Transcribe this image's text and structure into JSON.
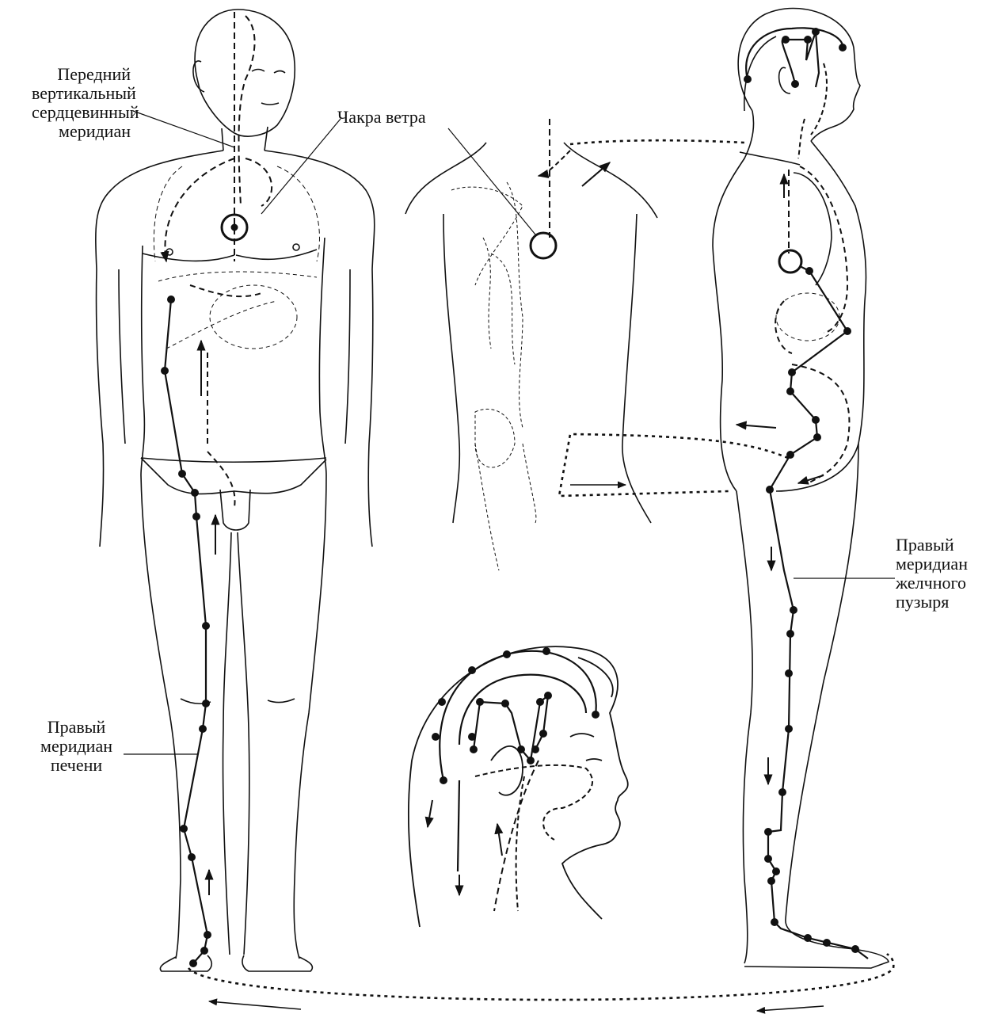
{
  "labels": {
    "front_meridian": [
      "Передний",
      "вертикальный",
      "сердцевинный",
      "меридиан"
    ],
    "wind_chakra": "Чакра ветра",
    "right_gallbladder_meridian": [
      "Правый",
      "меридиан",
      "желчного",
      "пузыря"
    ],
    "right_liver_meridian": [
      "Правый",
      "меридиан",
      "печени"
    ]
  },
  "figures": [
    "front-body-figure",
    "back-torso-figure",
    "side-body-figure",
    "head-profile-figure"
  ],
  "colors": {
    "ink": "#111111",
    "background": "#ffffff"
  }
}
